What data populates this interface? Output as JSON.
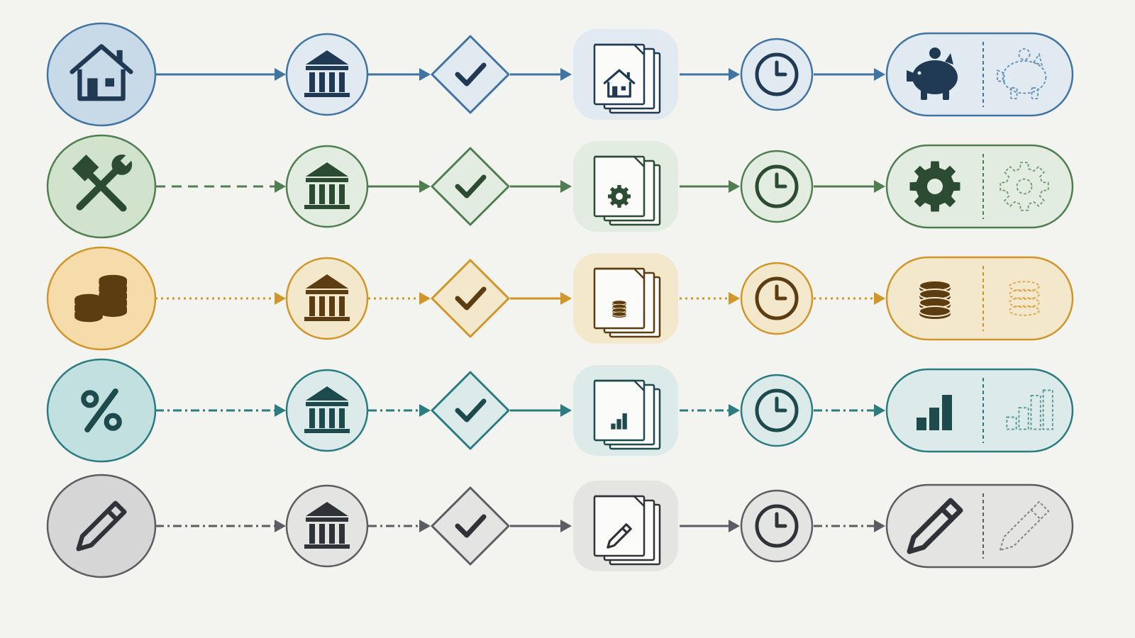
{
  "rows": [
    {
      "id": "home",
      "start_icon": "house-icon",
      "doc_icon": "house-icon",
      "result_icon": "piggy-bank-icon",
      "dash": [
        "solid",
        "solid",
        "solid",
        "solid",
        "solid"
      ],
      "colors": {
        "stroke": "#3f74a3",
        "fill": "#c8d9e8",
        "icon": "#1f3a52",
        "soft": "#e1e9f1",
        "connector": "#3f74a3"
      }
    },
    {
      "id": "repair",
      "start_icon": "hammer-wrench-icon",
      "doc_icon": "gear-icon",
      "result_icon": "gear-icon",
      "dash": [
        "dashed",
        "solid",
        "solid",
        "solid",
        "solid"
      ],
      "colors": {
        "stroke": "#4f7f51",
        "fill": "#d2e3cd",
        "icon": "#2c4b33",
        "soft": "#e3ece0",
        "connector": "#4f7f51"
      }
    },
    {
      "id": "savings",
      "start_icon": "coins-icon",
      "doc_icon": "coin-stack-icon",
      "result_icon": "coin-stack-icon",
      "dash": [
        "dotted",
        "dotted",
        "solid",
        "dotted",
        "dotted"
      ],
      "colors": {
        "stroke": "#d1962a",
        "fill": "#f5dcaa",
        "icon": "#5c3d12",
        "soft": "#f4e8cc",
        "connector": "#d1962a"
      }
    },
    {
      "id": "interest",
      "start_icon": "percent-icon",
      "doc_icon": "bar-chart-icon",
      "result_icon": "bar-chart-icon",
      "dash": [
        "dashdot",
        "dashdot",
        "solid",
        "dashdot",
        "dashdot"
      ],
      "colors": {
        "stroke": "#2a7c80",
        "fill": "#c3e0e0",
        "icon": "#1d4a4d",
        "soft": "#dcebe9",
        "connector": "#2a7c80"
      }
    },
    {
      "id": "edit",
      "start_icon": "pencil-icon",
      "doc_icon": "pencil-icon",
      "result_icon": "pencil-icon",
      "dash": [
        "dashdot",
        "dashdot",
        "solid",
        "solid",
        "dashdot"
      ],
      "colors": {
        "stroke": "#5a5e63",
        "fill": "#d6d6d6",
        "icon": "#2f3338",
        "soft": "#e4e4e2",
        "connector": "#5a5e63"
      }
    }
  ],
  "stage_icons": [
    "bank-icon",
    "diamond-check-icon",
    "document-stack-icon",
    "clock-icon"
  ],
  "background": "#f3f3ef"
}
